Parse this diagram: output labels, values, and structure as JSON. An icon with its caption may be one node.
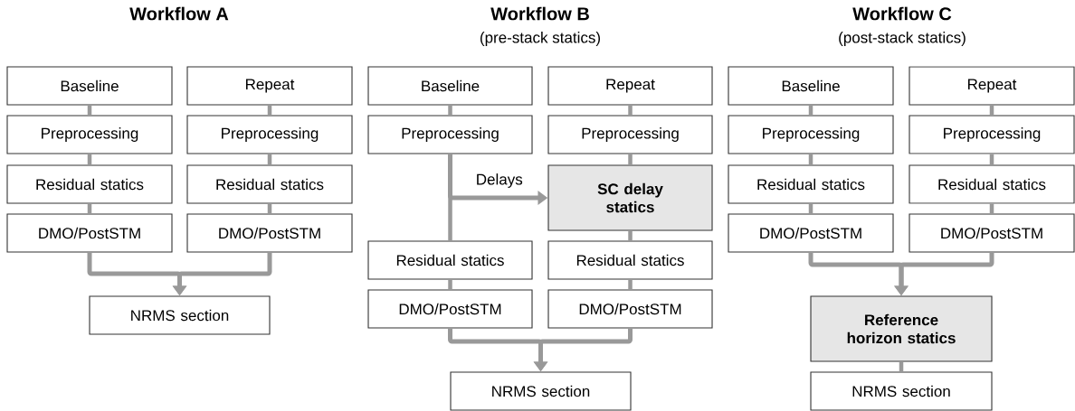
{
  "diagram": {
    "nodes": [
      {
        "text": [
          "Baseline"
        ]
      },
      {
        "text": [
          "Repeat"
        ]
      },
      {
        "text": [
          "Preprocessing"
        ]
      },
      {
        "text": [
          "Preprocessing"
        ]
      },
      {
        "text": [
          "Residual statics"
        ]
      },
      {
        "text": [
          "Residual statics"
        ]
      },
      {
        "text": [
          "DMO/PostSTM"
        ]
      },
      {
        "text": [
          "DMO/PostSTM"
        ]
      },
      {
        "text": [
          "NRMS section"
        ]
      },
      {
        "text": [
          "Baseline"
        ]
      },
      {
        "text": [
          "Repeat"
        ]
      },
      {
        "text": [
          "Preprocessing"
        ]
      },
      {
        "text": [
          "Preprocessing"
        ]
      },
      {
        "text": [
          "SC delay statics"
        ]
      },
      {
        "text": [
          "Residual statics"
        ]
      },
      {
        "text": [
          "Residual statics"
        ]
      },
      {
        "text": [
          "DMO/PostSTM"
        ]
      },
      {
        "text": [
          "DMO/PostSTM"
        ]
      },
      {
        "text": [
          "NRMS section"
        ]
      },
      {
        "text": [
          "Baseline"
        ]
      },
      {
        "text": [
          "Repeat"
        ]
      },
      {
        "text": [
          "Preprocessing"
        ]
      },
      {
        "text": [
          "Preprocessing"
        ]
      },
      {
        "text": [
          "Residual statics"
        ]
      },
      {
        "text": [
          "Residual statics"
        ]
      },
      {
        "text": [
          "DMO/PostSTM"
        ]
      },
      {
        "text": [
          "DMO/PostSTM"
        ]
      },
      {
        "text": [
          "Reference horizon statics"
        ]
      },
      {
        "text": [
          "NRMS section"
        ]
      }
    ],
    "edges": [
      {
        "from": 0,
        "to": 2,
        "arrow": "none"
      },
      {
        "from": 2,
        "to": 4,
        "arrow": "none"
      },
      {
        "from": 4,
        "to": 6,
        "arrow": "none"
      },
      {
        "from": 1,
        "to": 3,
        "arrow": "none"
      },
      {
        "from": 3,
        "to": 5,
        "arrow": "none"
      },
      {
        "from": 5,
        "to": 7,
        "arrow": "none"
      },
      {
        "from": 6,
        "to": 8,
        "arrow": "to"
      },
      {
        "from": 7,
        "to": 8,
        "arrow": "to"
      },
      {
        "from": 9,
        "to": 11,
        "arrow": "none"
      },
      {
        "from": 11,
        "to": 13,
        "arrow": "to",
        "label": "Delays"
      },
      {
        "from": 11,
        "to": 14,
        "arrow": "none"
      },
      {
        "from": 14,
        "to": 16,
        "arrow": "none"
      },
      {
        "from": 10,
        "to": 12,
        "arrow": "none"
      },
      {
        "from": 12,
        "to": 13,
        "arrow": "none"
      },
      {
        "from": 13,
        "to": 15,
        "arrow": "none"
      },
      {
        "from": 15,
        "to": 17,
        "arrow": "none"
      },
      {
        "from": 16,
        "to": 18,
        "arrow": "to"
      },
      {
        "from": 17,
        "to": 18,
        "arrow": "to"
      },
      {
        "from": 19,
        "to": 21,
        "arrow": "none"
      },
      {
        "from": 21,
        "to": 23,
        "arrow": "none"
      },
      {
        "from": 23,
        "to": 25,
        "arrow": "none"
      },
      {
        "from": 20,
        "to": 22,
        "arrow": "none"
      },
      {
        "from": 22,
        "to": 24,
        "arrow": "none"
      },
      {
        "from": 24,
        "to": 26,
        "arrow": "none"
      },
      {
        "from": 25,
        "to": 27,
        "arrow": "to"
      },
      {
        "from": 26,
        "to": 27,
        "arrow": "to"
      },
      {
        "from": 27,
        "to": 28,
        "arrow": "none"
      }
    ],
    "labels": [
      "Workflow A",
      "Workflow B",
      "(pre-stack statics)",
      "Workflow C",
      "(post-stack statics)"
    ]
  }
}
